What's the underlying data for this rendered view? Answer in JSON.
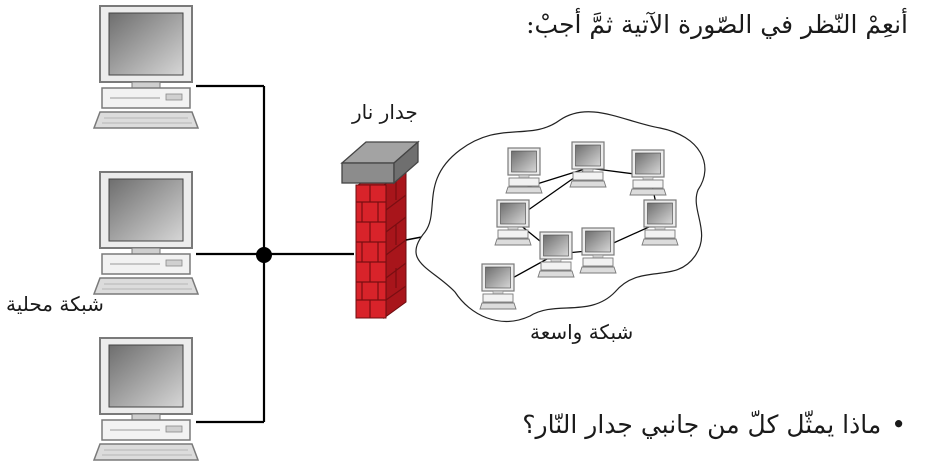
{
  "instruction": "أنعِمْ النّظر في الصّورة الآتية ثمَّ أجبْ:",
  "labels": {
    "firewall": "جدار نار",
    "lan": "شبكة محلية",
    "wan": "شبكة واسعة"
  },
  "question": {
    "bullet": "•",
    "text": "ماذا يمثّل كلّ من جانبي جدار النّار؟"
  },
  "colors": {
    "brick": "#d8232a",
    "firewall_top": "#9a9a9a",
    "line": "#000000"
  }
}
